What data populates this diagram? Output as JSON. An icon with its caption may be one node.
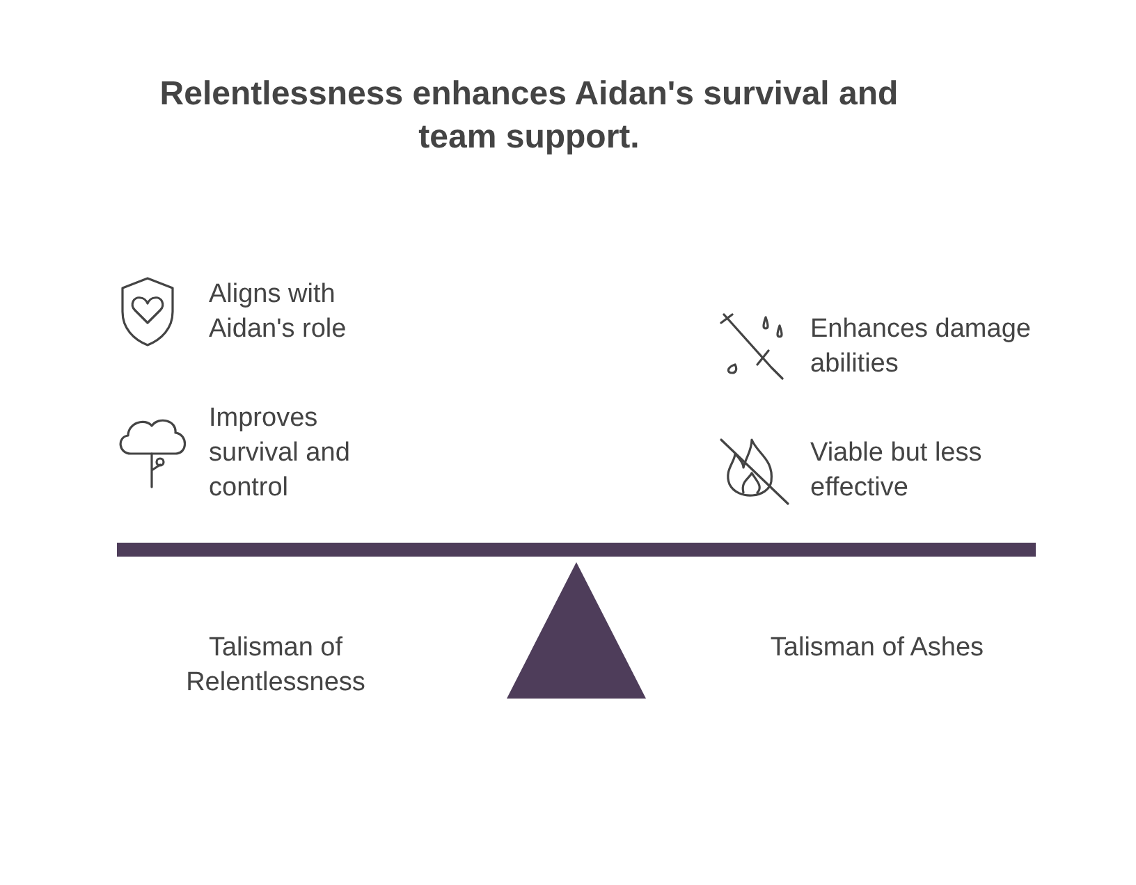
{
  "diagram": {
    "title": "Relentlessness enhances Aidan's survival and team support.",
    "labels": [
      "Aligns with Aidan's role",
      "Enhances damage abilities",
      "Improves survival and control",
      "Viable but less effective",
      "Talisman of Relentlessness",
      "Talisman of Ashes"
    ]
  }
}
